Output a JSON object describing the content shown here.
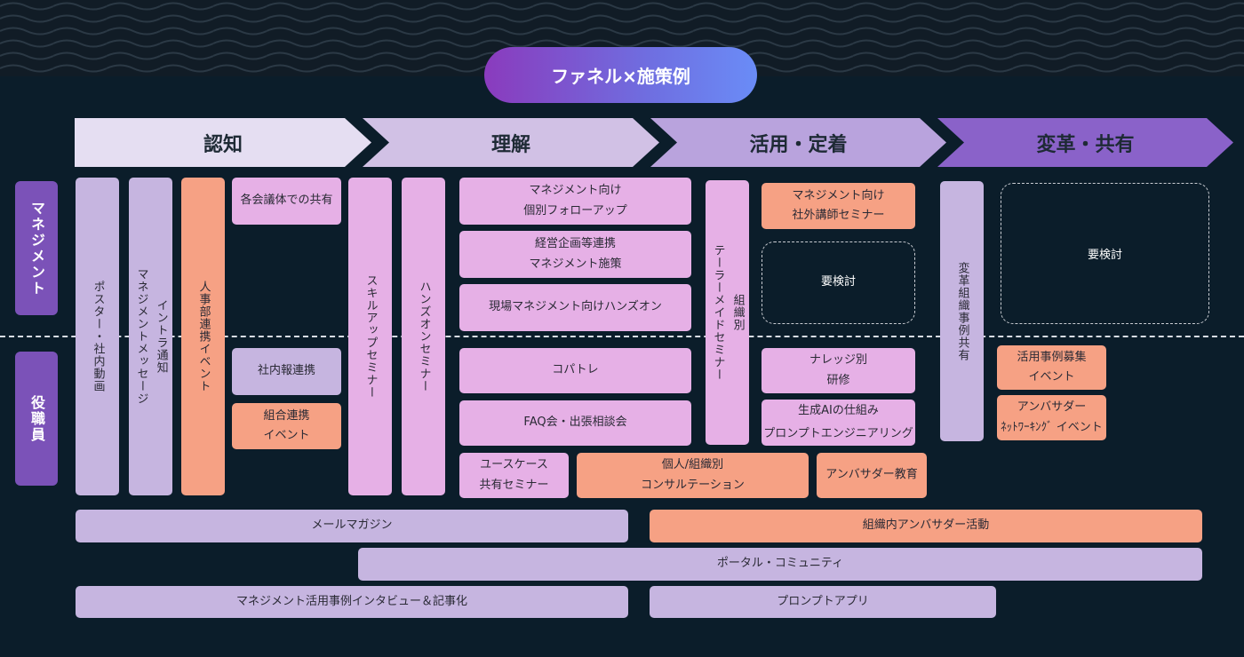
{
  "title": "ファネル×施策例",
  "stages": [
    "認知",
    "理解",
    "活用・定着",
    "変革・共有"
  ],
  "rows": [
    "マネジメント",
    "役職員"
  ],
  "colors": {
    "background": "#0b1d2a",
    "lavender": "#c6b5e0",
    "pink": "#e6b0e6",
    "salmon": "#f6a184",
    "side": "#7b52b8"
  },
  "items": {
    "poster": "ポスター・社内動画",
    "intra": "イントラ通知\nマネジメントメッセージ",
    "hr_event": "人事部連携イベント",
    "meeting_share": "各会議体での共有",
    "newsletter_link": "社内報連携",
    "union_event": "組合連携\nイベント",
    "skillup": "スキルアップセミナー",
    "handson": "ハンズオンセミナー",
    "mgmt_followup": "マネジメント向け\n個別フォローアップ",
    "planning": "経営企画等連携\nマネジメント施策",
    "field_handson": "現場マネジメント向けハンズオン",
    "copatore": "コパトレ",
    "faq": "FAQ会・出張相談会",
    "usecase": "ユースケース\n共有セミナー",
    "consult": "個人/組織別\nコンサルテーション",
    "amb_edu": "アンバサダー教育",
    "tailor": "組織別\nテーラーメイドセミナー",
    "ext_seminar": "マネジメント向け\n社外講師セミナー",
    "tbd1": "要検討",
    "knowledge": "ナレッジ別\n研修",
    "genai": "生成AIの仕組み\nプロンプトエンジニアリング",
    "transform": "変革組織事例共有",
    "tbd2": "要検討",
    "case_event": "活用事例募集\nイベント",
    "amb_network": "アンバサダー\nﾈｯﾄﾜｰｷﾝｸﾞ イベント",
    "mail": "メールマガジン",
    "amb_activity": "組織内アンバサダー活動",
    "portal": "ポータル・コミュニティ",
    "interview": "マネジメント活用事例インタビュー＆記事化",
    "prompt_app": "プロンプトアプリ"
  }
}
